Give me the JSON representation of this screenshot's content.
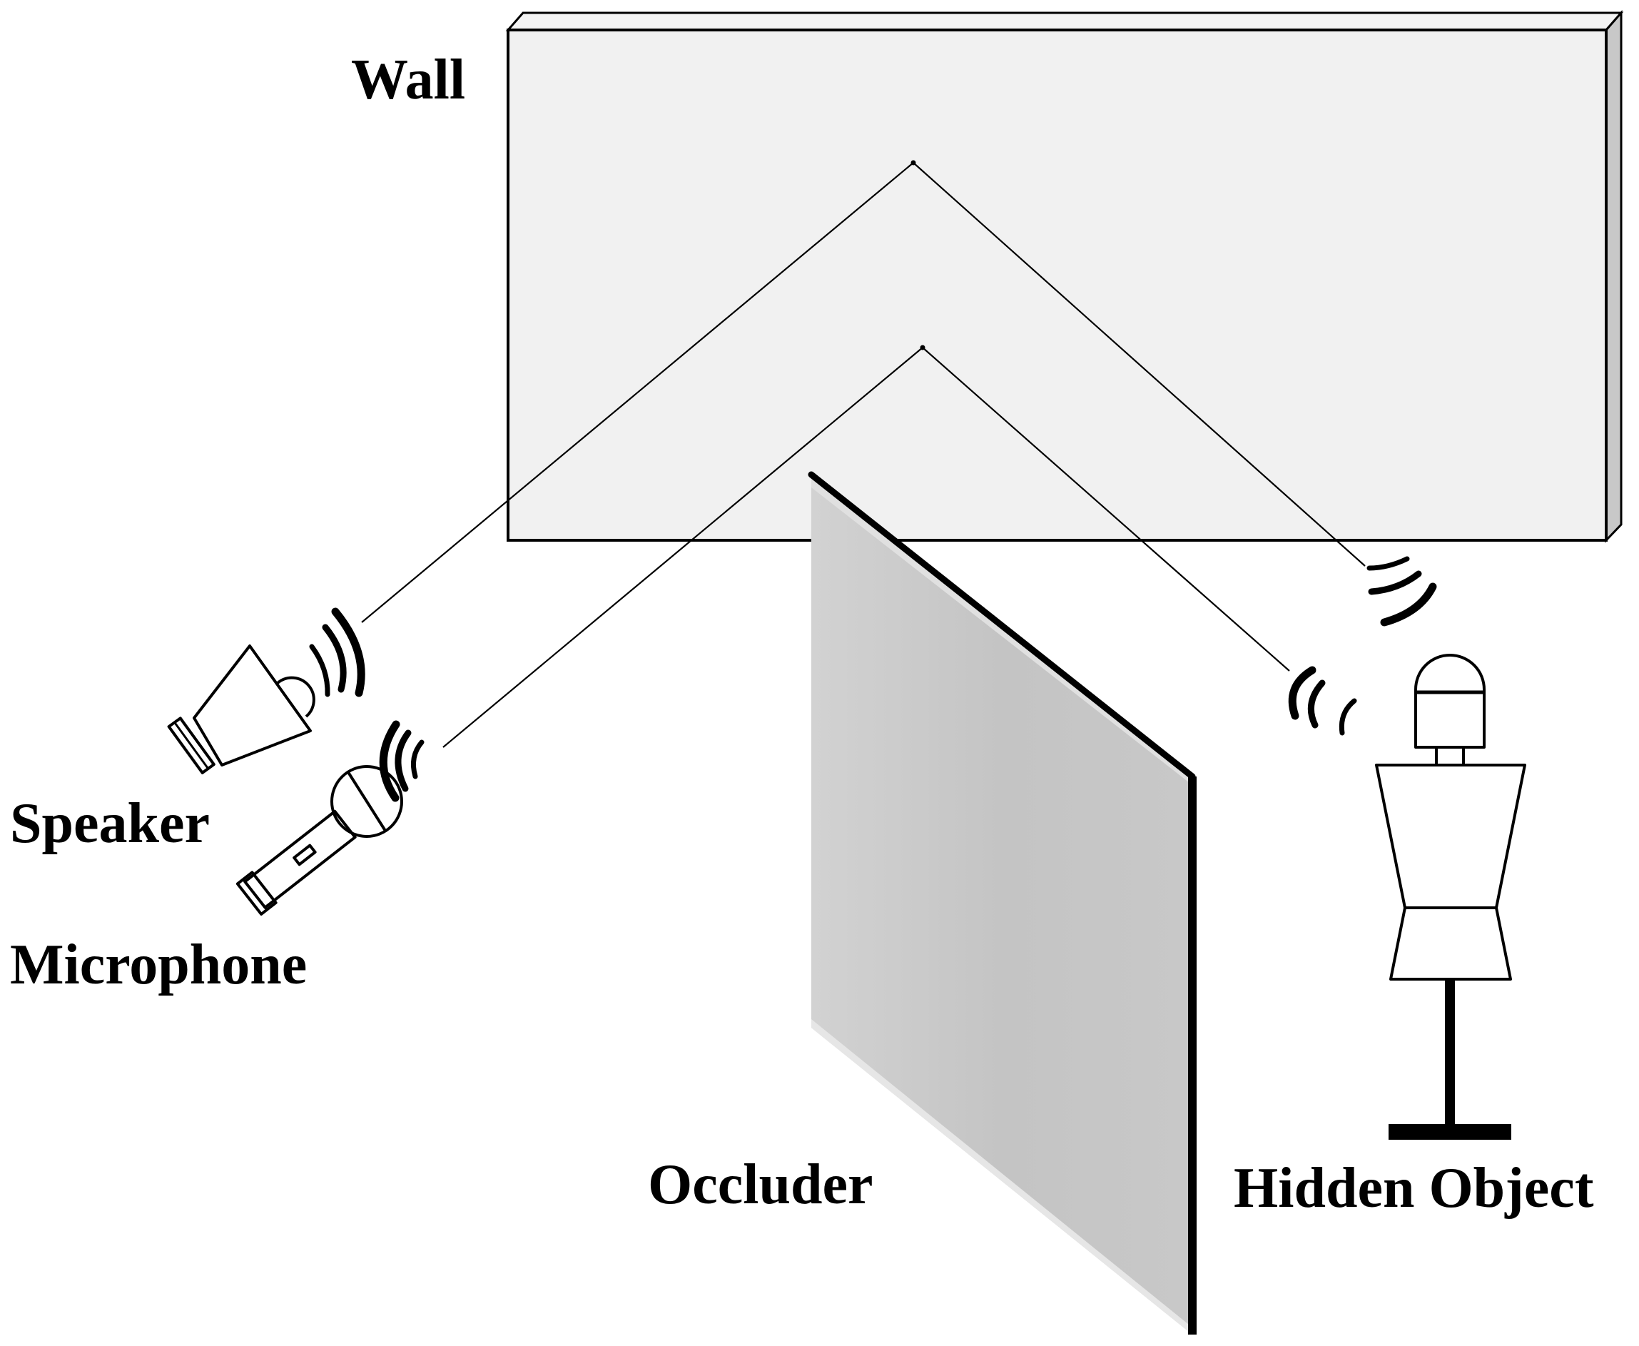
{
  "labels": {
    "wall": "Wall",
    "speaker": "Speaker",
    "microphone": "Microphone",
    "occluder": "Occluder",
    "hidden_object": "Hidden Object"
  },
  "colors": {
    "wall_face": "#f1f1f1",
    "wall_edge": "#c8c8c8",
    "occluder_face": "#c6c6c6",
    "occluder_edge": "#000000",
    "ink": "#000000"
  }
}
